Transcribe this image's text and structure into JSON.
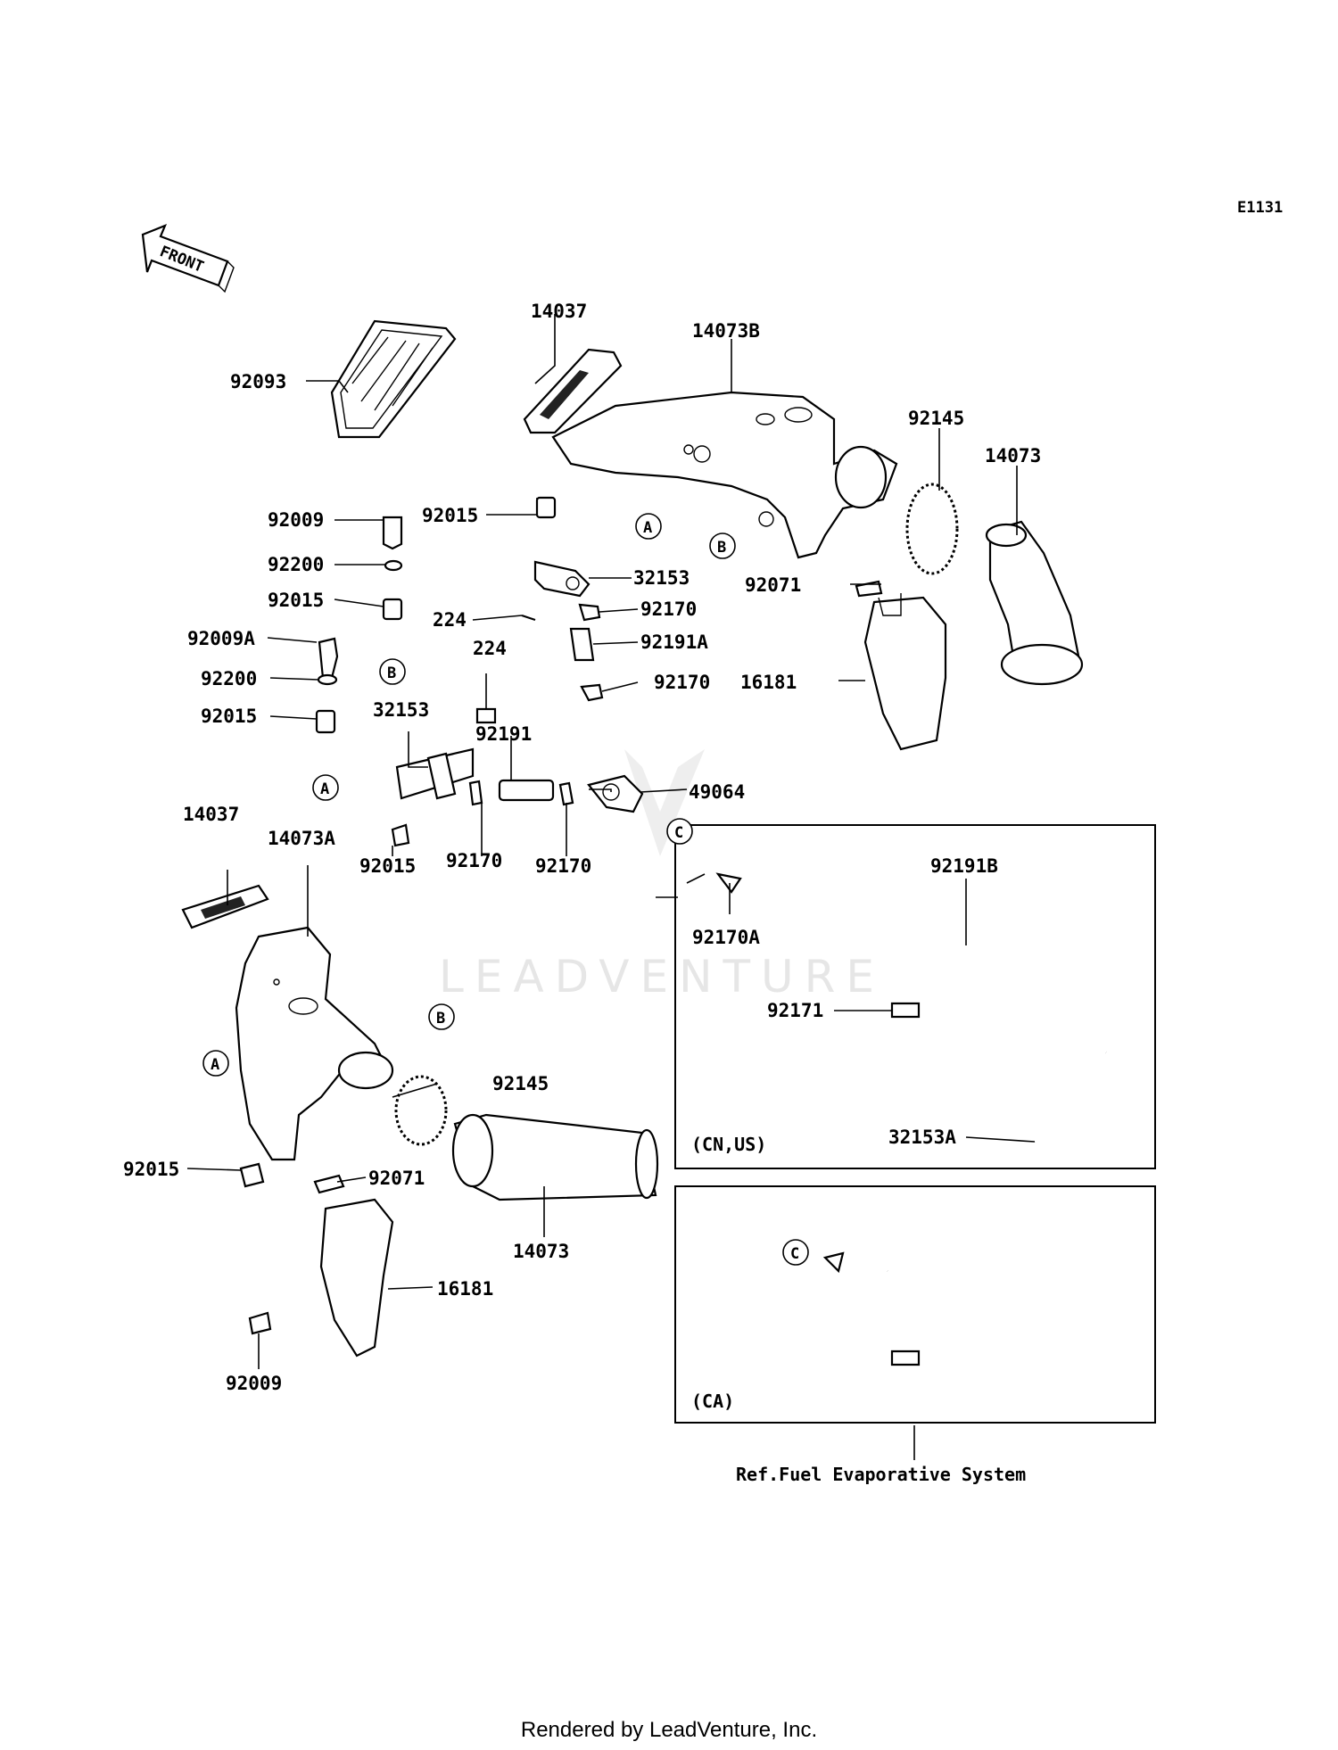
{
  "diagram_code": "E1131",
  "front_label": "FRONT",
  "watermark": "LEADVENTURE",
  "footer": "Rendered by LeadVenture, Inc.",
  "reference_note": "Ref.Fuel Evaporative System",
  "region_labels": {
    "cn_us": "(CN,US)",
    "ca": "(CA)"
  },
  "callouts": {
    "a": "A",
    "b": "B",
    "c": "C"
  },
  "part_numbers": {
    "p14037_top": "14037",
    "p14073B": "14073B",
    "p92093": "92093",
    "p92145_top": "92145",
    "p14073_top": "14073",
    "p92009_top": "92009",
    "p92200_top": "92200",
    "p92015_left1": "92015",
    "p92009A": "92009A",
    "p92200_mid": "92200",
    "p92015_left2": "92015",
    "p92015_center": "92015",
    "p32153_center": "32153",
    "p224_a": "224",
    "p92170_a": "92170",
    "p92191A": "92191A",
    "p92170_b": "92170",
    "p92071_top": "92071",
    "p16181_top": "16181",
    "p224_b": "224",
    "p32153_left": "32153",
    "p92191": "92191",
    "p49064": "49064",
    "p92015_bottom": "92015",
    "p92170_c": "92170",
    "p92170_d": "92170",
    "p14037_left": "14037",
    "p14073A": "14073A",
    "p92170A": "92170A",
    "p92191B": "92191B",
    "p92171": "92171",
    "p32153A": "32153A",
    "p92145_bottom": "92145",
    "p92015_lower": "92015",
    "p92071_bottom": "92071",
    "p14073_bottom": "14073",
    "p16181_bottom": "16181",
    "p92009_bottom": "92009"
  }
}
